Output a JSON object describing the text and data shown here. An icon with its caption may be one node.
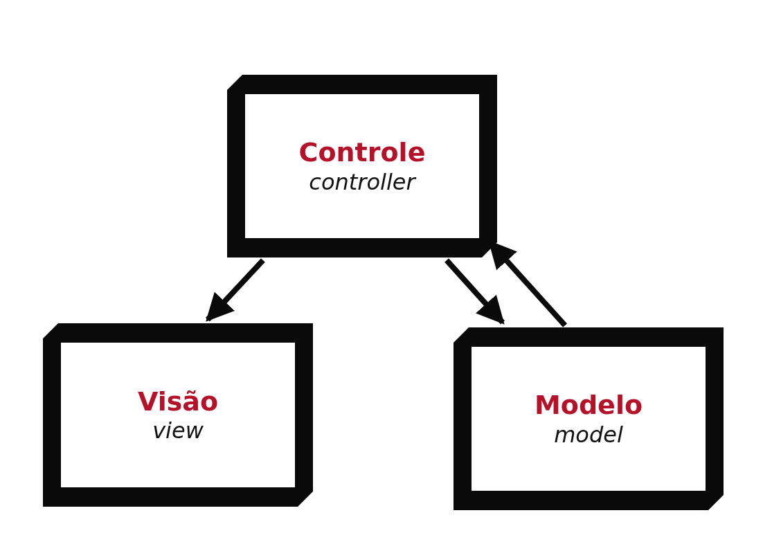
{
  "diagram": {
    "nodes": [
      {
        "text": [
          "Controle",
          "controller"
        ]
      },
      {
        "text": [
          "Visão",
          "view"
        ]
      },
      {
        "text": [
          "Modelo",
          "model"
        ]
      }
    ],
    "edges": [
      {
        "from": 0,
        "to": 1,
        "arrow": "to"
      },
      {
        "from": 0,
        "to": 2,
        "arrow": "to"
      },
      {
        "from": 2,
        "to": 0,
        "arrow": "to"
      }
    ]
  }
}
